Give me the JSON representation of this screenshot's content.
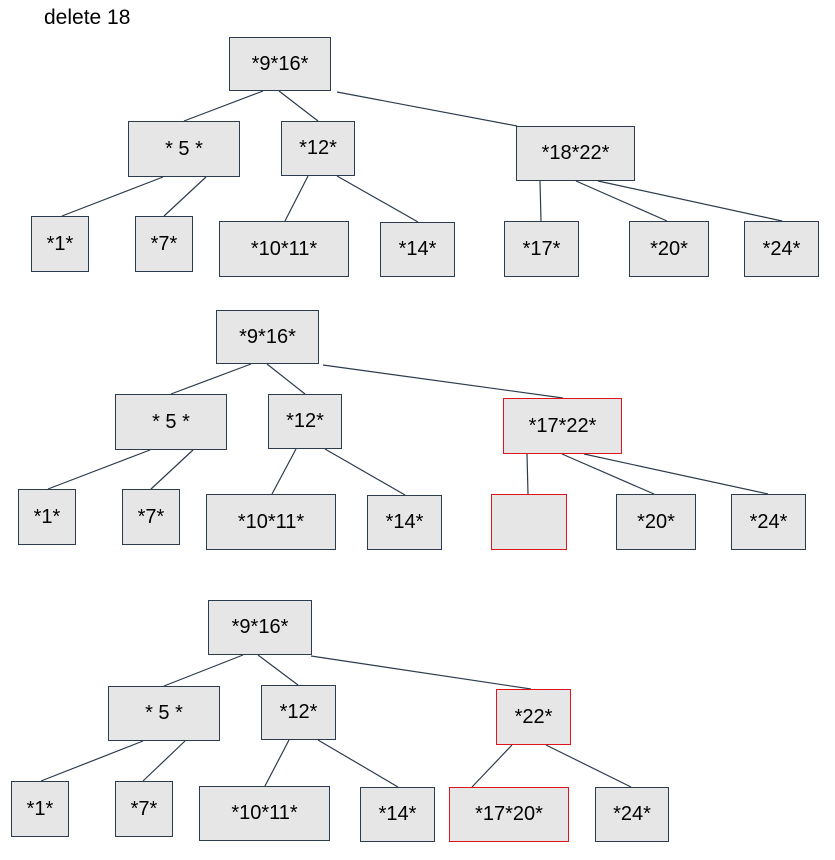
{
  "caption": "delete 18",
  "colors": {
    "node_fill": "#e6e6e6",
    "node_border": "#2d3b4e",
    "highlight_border": "#e0141e",
    "edge": "#2d3b4e"
  },
  "trees": [
    {
      "root": "*9*16*",
      "internal": [
        "* 5 *",
        "*12*",
        "*18*22*"
      ],
      "leaves": [
        "*1*",
        "*7*",
        "*10*11*",
        "*14*",
        "*17*",
        "*20*",
        "*24*"
      ]
    },
    {
      "root": "*9*16*",
      "internal": [
        "* 5 *",
        "*12*",
        "*17*22*"
      ],
      "leaves": [
        "*1*",
        "*7*",
        "*10*11*",
        "*14*",
        "",
        "*20*",
        "*24*"
      ]
    },
    {
      "root": "*9*16*",
      "internal": [
        "* 5 *",
        "*12*",
        "*22*"
      ],
      "leaves": [
        "*1*",
        "*7*",
        "*10*11*",
        "*14*",
        "*17*20*",
        "*24*"
      ]
    }
  ]
}
